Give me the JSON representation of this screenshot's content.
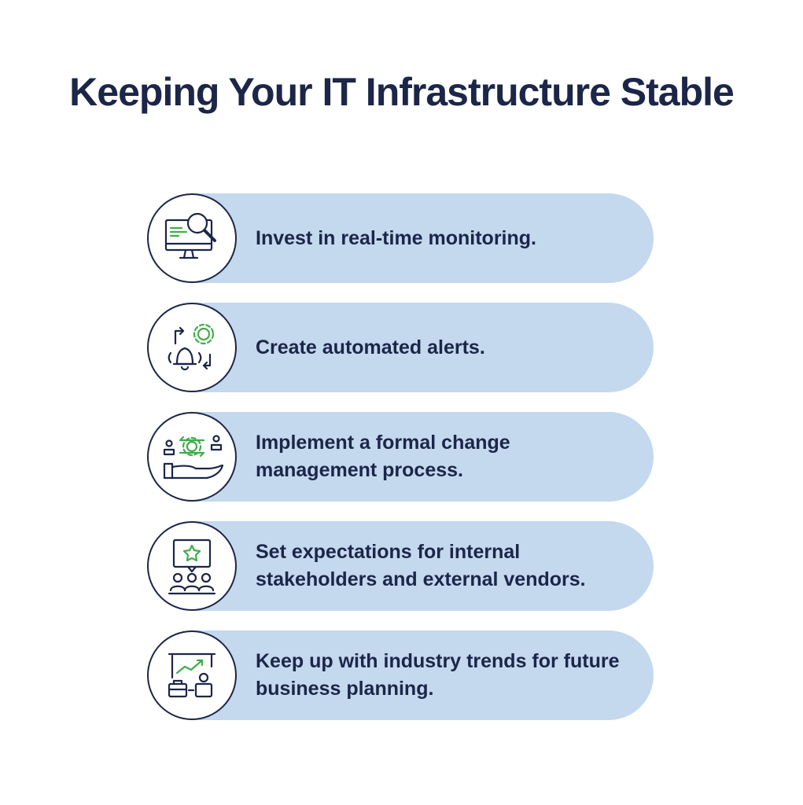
{
  "title": "Keeping Your IT Infrastructure Stable",
  "colors": {
    "navy": "#1b2648",
    "green": "#3fae49",
    "pill": "#c4d8ee"
  },
  "items": [
    {
      "icon": "computer-monitoring-icon",
      "text": "Invest in real-time monitoring."
    },
    {
      "icon": "alert-automation-icon",
      "text": "Create automated alerts."
    },
    {
      "icon": "change-management-icon",
      "text": "Implement a formal change management process."
    },
    {
      "icon": "stakeholders-expectations-icon",
      "text": "Set expectations for internal stakeholders and external vendors."
    },
    {
      "icon": "industry-trends-icon",
      "text": "Keep up with industry trends for future business planning."
    }
  ]
}
